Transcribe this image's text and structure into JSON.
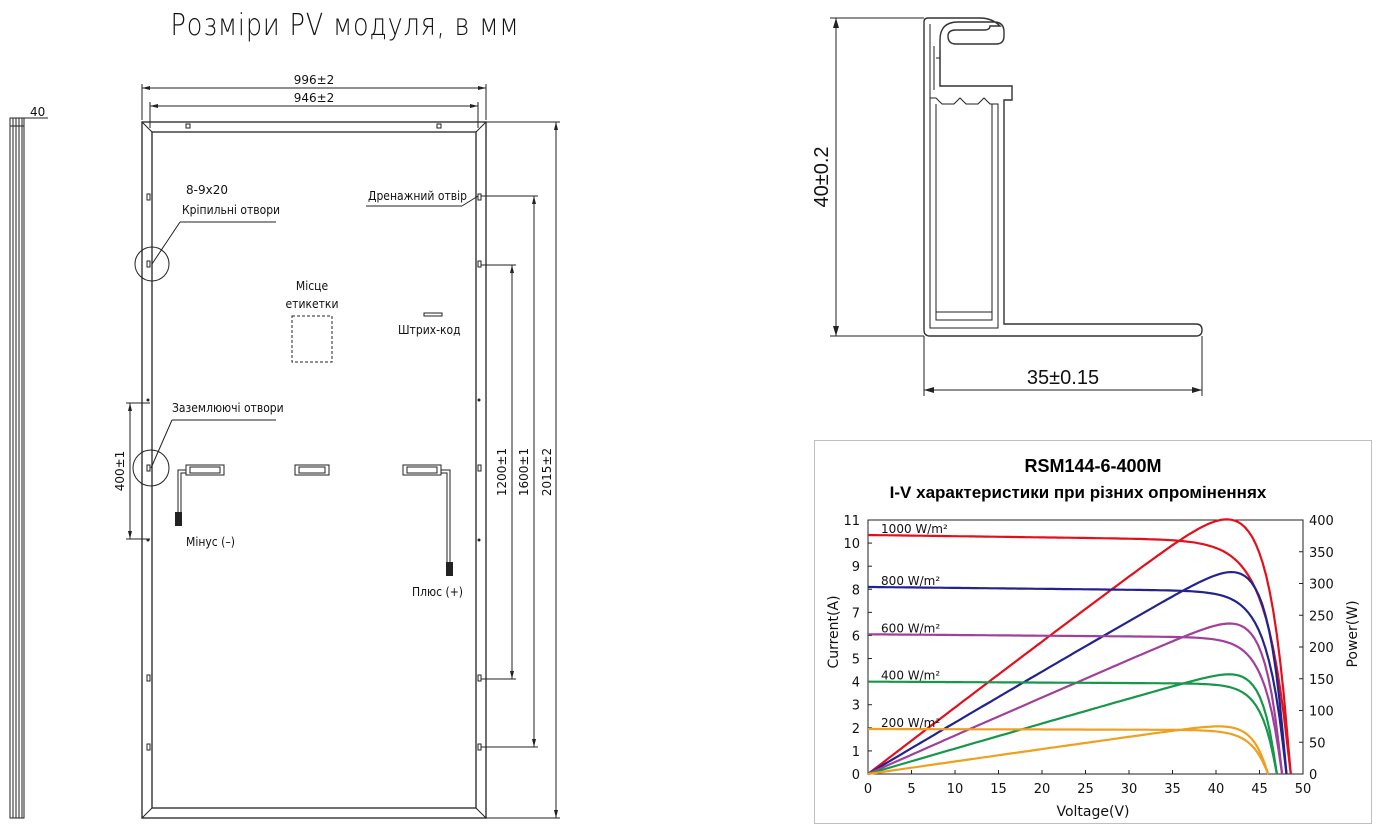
{
  "title": "Розміри PV модуля, в мм",
  "panel_drawing": {
    "side_thickness": "40",
    "overall_width": "996±2",
    "inner_width": "946±2",
    "mounting_holes_size": "8-9x20",
    "mounting_holes_label": "Кріпильні отвори",
    "drainage_hole_label": "Дренажний отвір",
    "label_place_line1": "Місце",
    "label_place_line2": "етикетки",
    "barcode_label": "Штрих-код",
    "grounding_holes_label": "Заземлюючі отвори",
    "grounding_spacing": "400±1",
    "minus_label": "Мінус (–)",
    "plus_label": "Плюс (+)",
    "dim_1200": "1200±1",
    "dim_1600": "1600±1",
    "dim_2015": "2015±2"
  },
  "frame_profile": {
    "height_label": "40±0.2",
    "width_label": "35±0.15"
  },
  "chart_data": {
    "type": "line",
    "title": "RSM144-6-400M",
    "subtitle": "I-V характеристики при різних опроміненнях",
    "xlabel": "Voltage(V)",
    "ylabel": "Current(A)",
    "y2label": "Power(W)",
    "xlim": [
      0,
      50
    ],
    "ylim": [
      0,
      11
    ],
    "y2lim": [
      0,
      400
    ],
    "x_ticks": [
      0,
      5,
      10,
      15,
      20,
      25,
      30,
      35,
      40,
      45,
      50
    ],
    "y_ticks": [
      0,
      1,
      2,
      3,
      4,
      5,
      6,
      7,
      8,
      9,
      10,
      11
    ],
    "y2_ticks": [
      0,
      50,
      100,
      150,
      200,
      250,
      300,
      350,
      400
    ],
    "grid": false,
    "series": [
      {
        "name": "1000 W/m²",
        "color": "#e3101b",
        "isc": 10.35,
        "voc": 48.6,
        "vmp": 40.3,
        "imp": 9.95,
        "pmax": 401
      },
      {
        "name": "800 W/m²",
        "color": "#23238e",
        "isc": 8.1,
        "voc": 48.1,
        "vmp": 40.0,
        "imp": 7.95,
        "pmax": 318
      },
      {
        "name": "600 W/m²",
        "color": "#a0409a",
        "isc": 6.05,
        "voc": 47.6,
        "vmp": 39.8,
        "imp": 5.95,
        "pmax": 237
      },
      {
        "name": "400 W/m²",
        "color": "#16974a",
        "isc": 4.0,
        "voc": 47.0,
        "vmp": 39.7,
        "imp": 3.95,
        "pmax": 157
      },
      {
        "name": "200 W/m²",
        "color": "#f0a020",
        "isc": 1.95,
        "voc": 46.0,
        "vmp": 39.5,
        "imp": 1.9,
        "pmax": 75
      }
    ]
  }
}
